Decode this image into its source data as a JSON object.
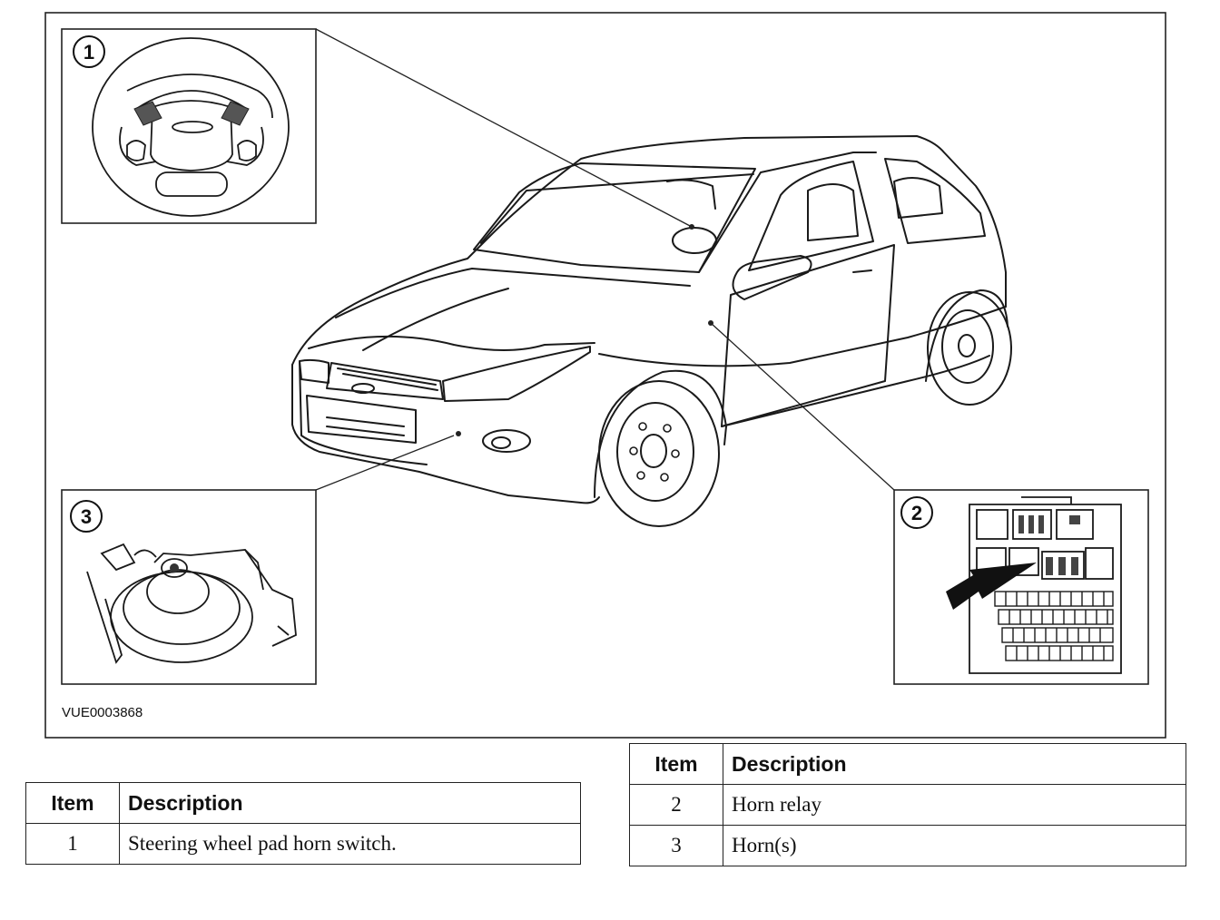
{
  "figure": {
    "code": "VUE0003868",
    "callouts": [
      {
        "number": "1"
      },
      {
        "number": "2"
      },
      {
        "number": "3"
      }
    ]
  },
  "tables": {
    "left": {
      "headers": {
        "item": "Item",
        "description": "Description"
      },
      "rows": [
        {
          "item": "1",
          "description": "Steering wheel pad horn switch."
        }
      ]
    },
    "right": {
      "headers": {
        "item": "Item",
        "description": "Description"
      },
      "rows": [
        {
          "item": "2",
          "description": "Horn relay"
        },
        {
          "item": "3",
          "description": "Horn(s)"
        }
      ]
    }
  }
}
